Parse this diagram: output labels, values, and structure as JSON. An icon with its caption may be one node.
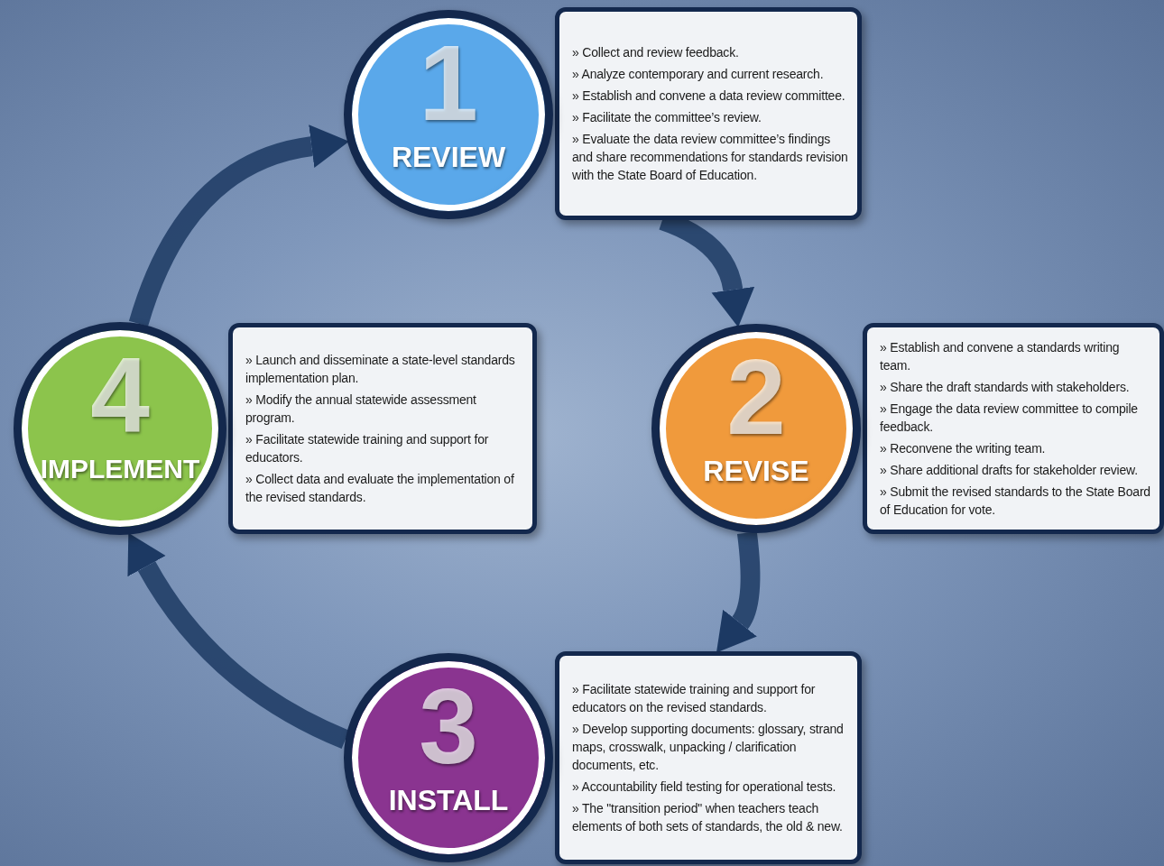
{
  "diagram": {
    "nodes": [
      {
        "text": [
          "1",
          "REVIEW"
        ]
      },
      {
        "text": [
          "» Collect and review feedback.",
          "» Analyze contemporary and current research.",
          "» Establish and convene a data review committee.",
          "» Facilitate the committee’s review.",
          "» Evaluate the data review committee’s findings and share recommendations for standards revision with the State Board of Education."
        ]
      },
      {
        "text": [
          "2",
          "REVISE"
        ]
      },
      {
        "text": [
          "» Establish and convene a standards writing team.",
          "» Share the draft standards with stakeholders.",
          "» Engage the data review committee to compile feedback.",
          "» Reconvene the writing team.",
          "» Share additional drafts for stakeholder review.",
          "» Submit the revised standards to the State Board of Education for vote."
        ]
      },
      {
        "text": [
          "3",
          "INSTALL"
        ]
      },
      {
        "text": [
          "» Facilitate statewide training and support for educators on the revised standards.",
          "» Develop supporting documents:  glossary, strand maps, crosswalk, unpacking / clarification documents, etc.",
          "» Accountability field testing for operational tests.",
          "» The \"transition period\" when teachers teach elements of both sets of standards, the old & new."
        ]
      },
      {
        "text": [
          "4",
          "IMPLEMENT"
        ]
      },
      {
        "text": [
          "» Launch and disseminate a state-level standards implementation plan.",
          "» Modify the annual statewide assessment program.",
          "» Facilitate statewide training and support for educators.",
          "» Collect data and evaluate the implementation of the revised standards."
        ]
      }
    ],
    "edges": [
      {
        "from": 1,
        "to": 2,
        "arrow": "to"
      },
      {
        "from": 2,
        "to": 5,
        "arrow": "to"
      },
      {
        "from": 4,
        "to": 6,
        "arrow": "to"
      },
      {
        "from": 6,
        "to": 0,
        "arrow": "to"
      }
    ]
  }
}
